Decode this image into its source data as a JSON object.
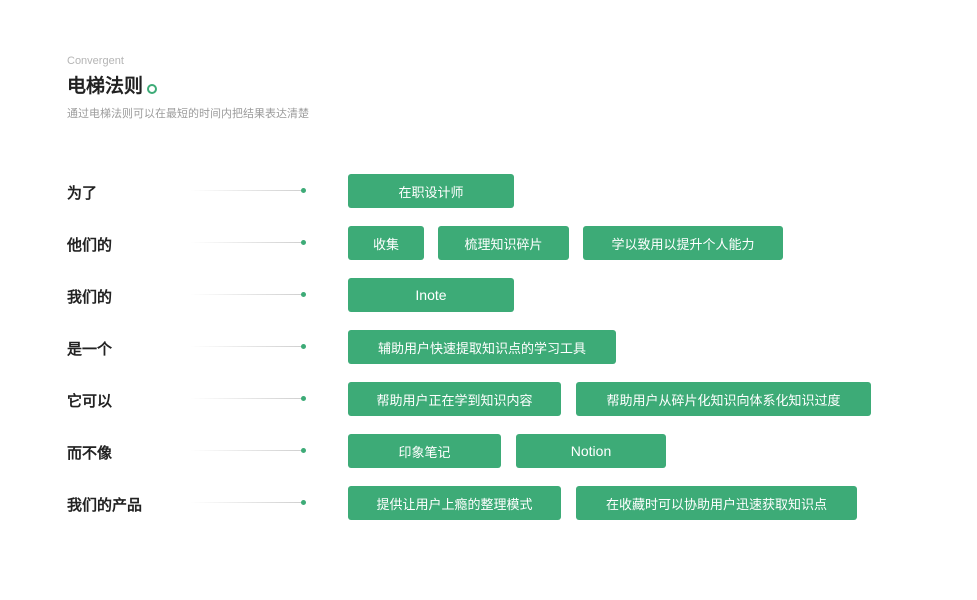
{
  "header": {
    "eyebrow": "Convergent",
    "title": "电梯法则",
    "subtitle": "通过电梯法则可以在最短的时间内把结果表达清楚"
  },
  "colors": {
    "accent": "#3dab77",
    "text": "#222222"
  },
  "rows": [
    {
      "label": "为了",
      "tags": [
        "在职设计师"
      ]
    },
    {
      "label": "他们的",
      "tags": [
        "收集",
        "梳理知识碎片",
        "学以致用以提升个人能力"
      ]
    },
    {
      "label": "我们的",
      "tags": [
        "Inote"
      ]
    },
    {
      "label": "是一个",
      "tags": [
        "辅助用户快速提取知识点的学习工具"
      ]
    },
    {
      "label": "它可以",
      "tags": [
        "帮助用户正在学到知识内容",
        "帮助用户从碎片化知识向体系化知识过度"
      ]
    },
    {
      "label": "而不像",
      "tags": [
        "印象笔记",
        "Notion"
      ]
    },
    {
      "label": "我们的产品",
      "tags": [
        "提供让用户上瘾的整理模式",
        "在收藏时可以协助用户迅速获取知识点"
      ]
    }
  ]
}
